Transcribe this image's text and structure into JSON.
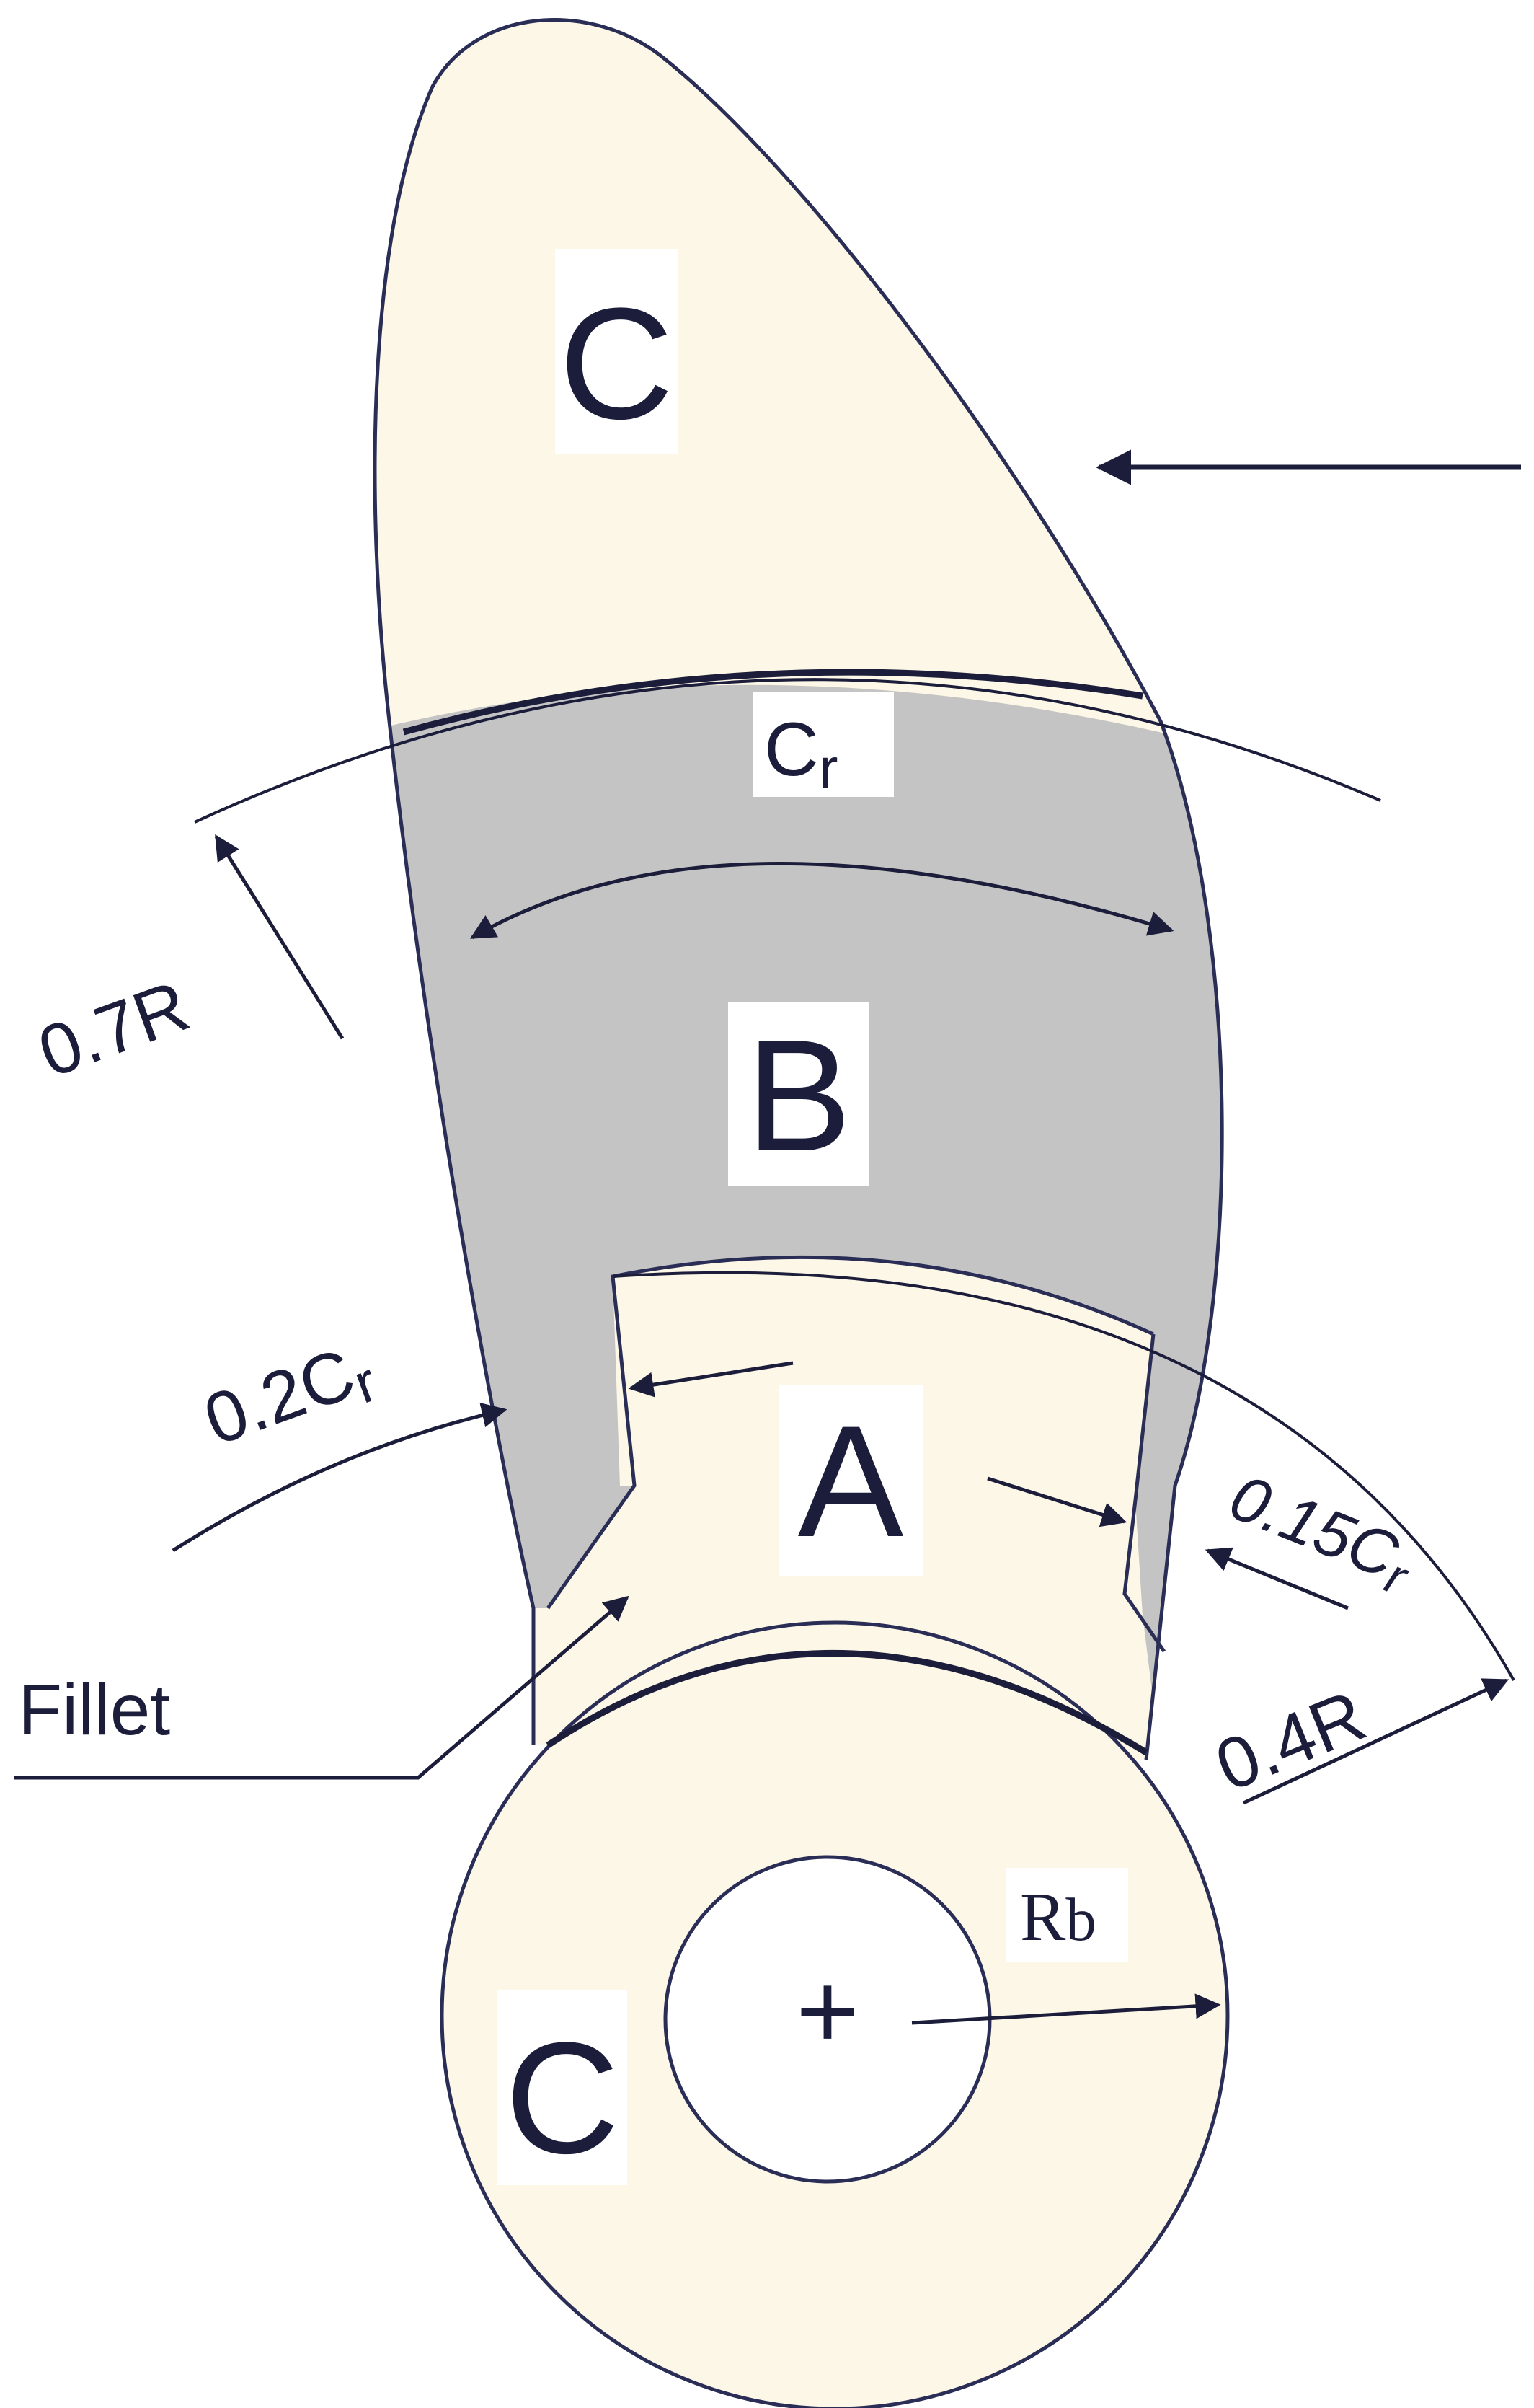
{
  "colors": {
    "outline": "#2a2d55",
    "ink": "#1b1d3a",
    "cream": "#fcf7e6",
    "gray": "#c4c4c4",
    "label_bg": "#ffffff"
  },
  "regions": {
    "top": "C",
    "middle": "B",
    "inner": "A",
    "hub": "C"
  },
  "dimensions": {
    "chord": "C",
    "chord_sub": "r",
    "radius_07_a": "0.7R",
    "inset_02_a": "0.2C",
    "inset_02_sub": "r",
    "inset_015_a": "0.15C",
    "inset_015_sub": "r",
    "radius_04": "0.4R",
    "hub_radius": "R",
    "hub_radius_sub": "b",
    "center_mark": "+"
  },
  "fillet_label": "Fillet",
  "icons": {
    "flow_arrow": "left-arrow-icon"
  }
}
